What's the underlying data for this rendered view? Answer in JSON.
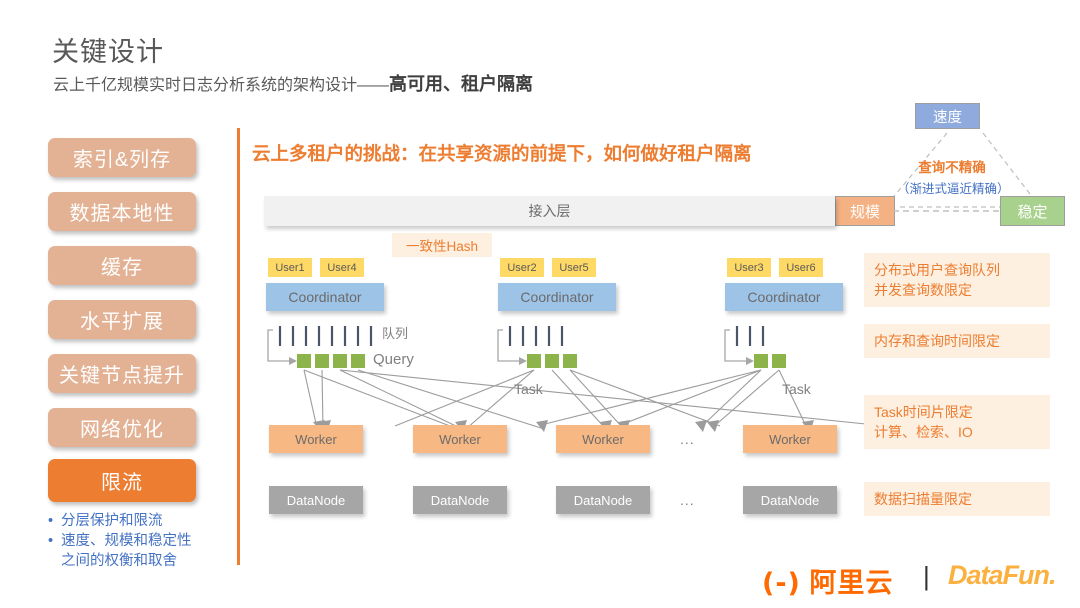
{
  "header": {
    "title": "关键设计",
    "subtitle_normal": "云上千亿规模实时日志分析系统的架构设计——",
    "subtitle_emphasis": "高可用、租户隔离"
  },
  "sidebar": {
    "items": [
      {
        "label": "索引&列存",
        "active": false
      },
      {
        "label": "数据本地性",
        "active": false
      },
      {
        "label": "缓存",
        "active": false
      },
      {
        "label": "水平扩展",
        "active": false
      },
      {
        "label": "关键节点提升",
        "active": false
      },
      {
        "label": "网络优化",
        "active": false
      },
      {
        "label": "限流",
        "active": true
      }
    ],
    "bullets": [
      "分层保护和限流",
      "速度、规模和稳定性\n之间的权衡和取舍"
    ],
    "bullet_marker": "•",
    "accent_color": "#ed7d31",
    "inactive_color": "#e3b193",
    "bullet_color": "#4472c4"
  },
  "diagram": {
    "heading": "云上多租户的挑战：在共享资源的前提下，如何做好租户隔离",
    "heading_color": "#ed7d31",
    "access_layer_label": "接入层",
    "hash_tag": "一致性Hash",
    "queue_label": "队列",
    "query_label": "Query",
    "task_label": "Task",
    "ellipsis": "...",
    "triangle": {
      "speed": "速度",
      "scale": "规模",
      "stable": "稳定",
      "center_line1": "查询不精确",
      "center_line2": "（渐进式逼近精确）",
      "speed_color": "#8faadc",
      "scale_color": "#f4b183",
      "stable_color": "#a9d18e"
    },
    "groups": [
      {
        "users": [
          "User1",
          "User4"
        ],
        "coordinator": "Coordinator",
        "queue_ticks": 8,
        "query_blocks": 4
      },
      {
        "users": [
          "User2",
          "User5"
        ],
        "coordinator": "Coordinator",
        "queue_ticks": 5,
        "query_blocks": 3
      },
      {
        "users": [
          "User3",
          "User6"
        ],
        "coordinator": "Coordinator",
        "queue_ticks": 3,
        "query_blocks": 2
      }
    ],
    "workers": [
      "Worker",
      "Worker",
      "Worker",
      "Worker"
    ],
    "datanodes": [
      "DataNode",
      "DataNode",
      "DataNode",
      "DataNode"
    ],
    "notes": [
      "分布式用户查询队列\n并发查询数限定",
      "内存和查询时间限定",
      "Task时间片限定\n计算、检索、IO",
      "数据扫描量限定"
    ]
  },
  "footer": {
    "alibaba_cloud": "阿里云",
    "alibaba_mark": "(-)",
    "separator": "|",
    "datafun": "DataFun."
  }
}
